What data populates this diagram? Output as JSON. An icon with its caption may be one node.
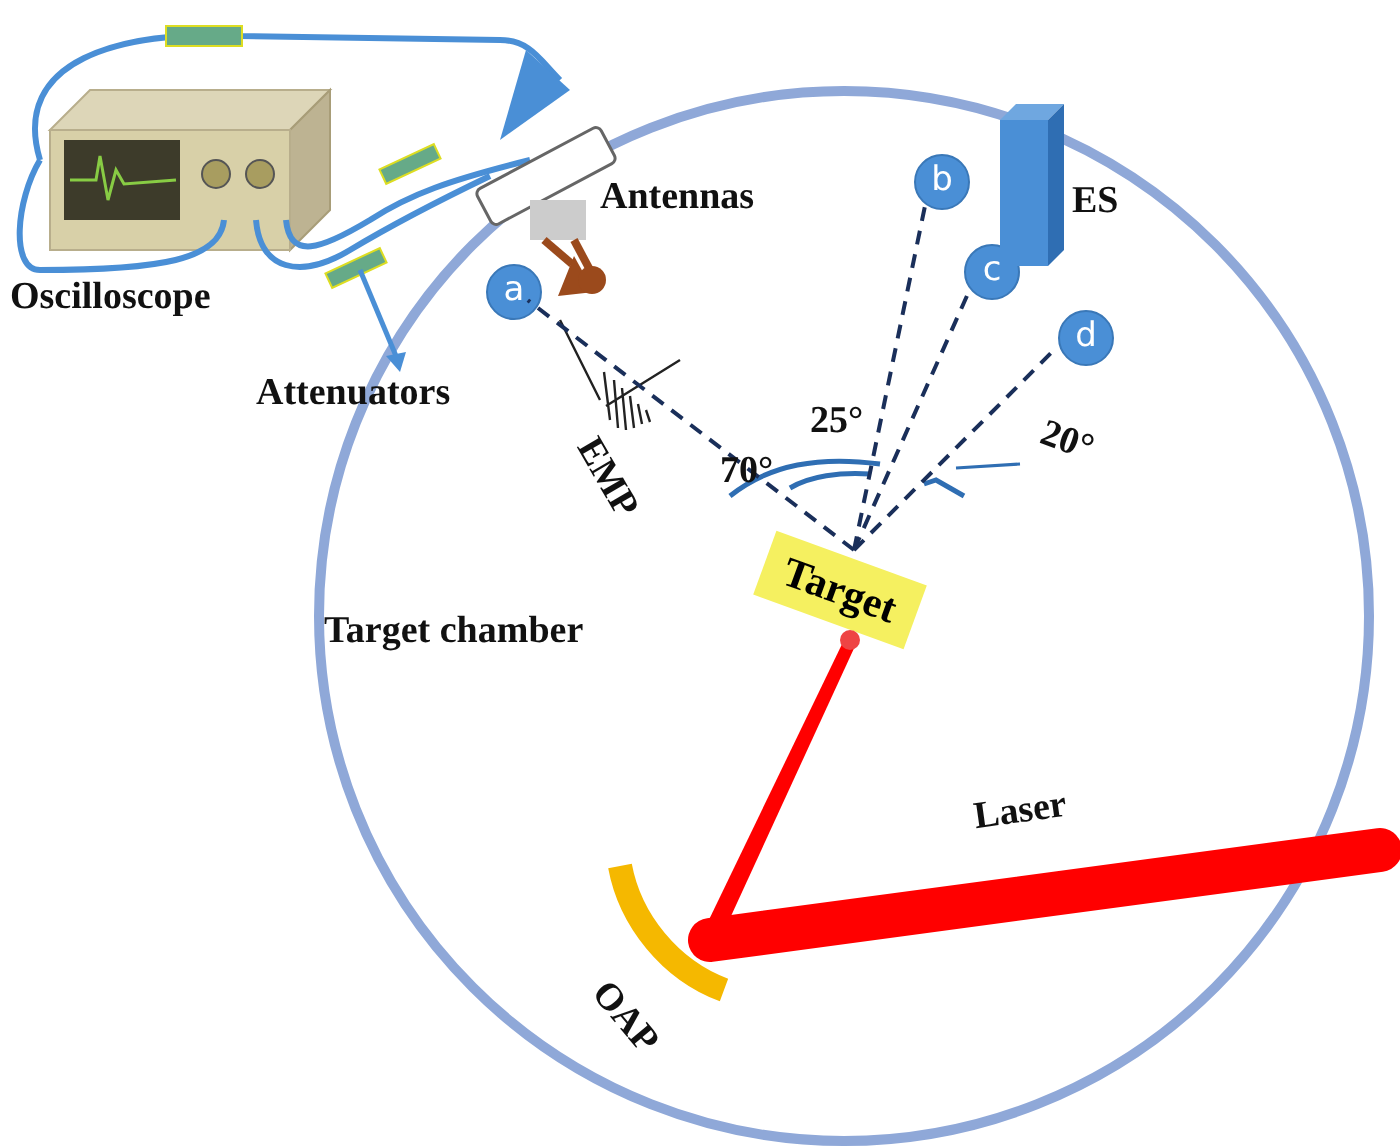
{
  "diagram": {
    "nodes": [
      {
        "text": [
          "Target chamber"
        ]
      },
      {
        "text": [
          "Target"
        ],
        "in": 0
      },
      {
        "text": [
          "a"
        ],
        "in": 0
      },
      {
        "text": [
          "b"
        ],
        "in": 0
      },
      {
        "text": [
          "c"
        ],
        "in": 0
      },
      {
        "text": [
          "d"
        ],
        "in": 0
      }
    ],
    "edges": [
      {
        "from": 1,
        "to": 2,
        "arrow": "none",
        "style": "dashed"
      },
      {
        "from": 1,
        "to": 3,
        "arrow": "none",
        "style": "dashed"
      },
      {
        "from": 1,
        "to": 4,
        "arrow": "none",
        "style": "dashed"
      },
      {
        "from": 1,
        "to": 5,
        "arrow": "none",
        "style": "dashed"
      }
    ],
    "labels": [
      "Oscilloscope",
      "Attenuators",
      "Antennas",
      "ES",
      "EMP",
      "70°",
      "25°",
      "20°",
      "Laser",
      "OAP"
    ]
  }
}
